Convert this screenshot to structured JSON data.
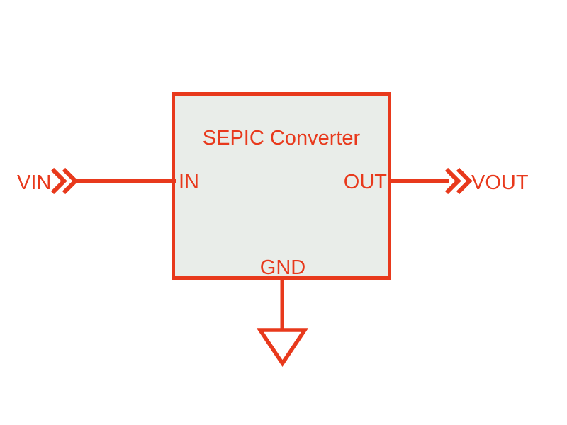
{
  "diagram": {
    "title": "SEPIC Converter",
    "pins": {
      "in": "IN",
      "out": "OUT",
      "gnd": "GND"
    },
    "nets": {
      "input": "VIN",
      "output": "VOUT"
    },
    "symbols": {
      "input_chevron": "double-chevron-right",
      "output_chevron": "double-chevron-right",
      "ground": "open-triangle-down"
    },
    "colors": {
      "accent_red": "#e8391c",
      "block_fill": "#e9ede9",
      "background": "#ffffff"
    }
  }
}
